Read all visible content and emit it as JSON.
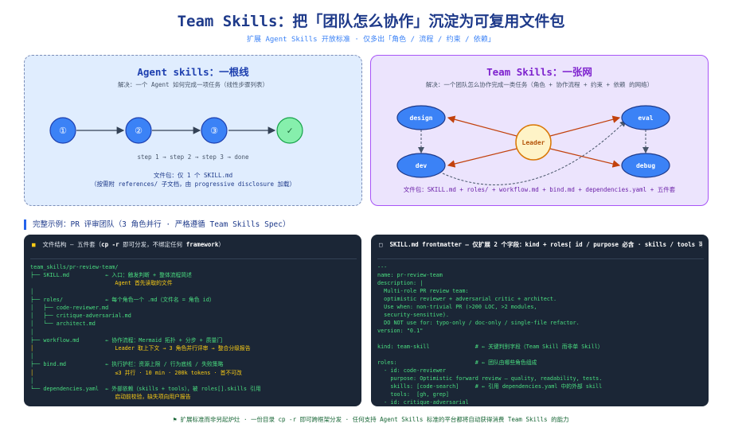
{
  "header": {
    "title": "Team Skills：把「团队怎么协作」沉淀为可复用文件包",
    "subtitle": "扩展 Agent Skills 开放标准  ·  仅多出「角色 / 流程 / 约束 / 依赖」"
  },
  "agent_panel": {
    "title": "Agent skills：一根线",
    "desc": "解决：一个 Agent 如何完成一项任务（线性步骤列表）",
    "nodes": [
      "①",
      "②",
      "③",
      "✓"
    ],
    "steps": "step 1  →  step 2  →  step 3  →  done",
    "pkg_line1": "文件包：仅 1 个 SKILL.md",
    "pkg_line2": "（按需附 references/ 子文档，由 progressive disclosure 加载）"
  },
  "team_panel": {
    "title": "Team Skills：一张网",
    "desc": "解决：一个团队怎么协作完成一类任务（角色 + 协作流程 + 约束 + 依赖 的网络）",
    "nodes": {
      "design": "design",
      "dev": "dev",
      "leader": "Leader",
      "eval": "eval",
      "debug": "debug"
    },
    "files": "文件包：SKILL.md  +  roles/  +  workflow.md  +  bind.md  +  dependencies.yaml  +  五件套"
  },
  "example": {
    "label": "完整示例：PR 评审团队（3 角色并行 · 严格遵循 Team Skills Spec）"
  },
  "tree_panel": {
    "header_prefix": "文件结构 — 五件套（",
    "header_cmd": "cp -r",
    "header_mid": " 即可分发，不绑定任何 ",
    "header_fw": "framework",
    "header_suffix": "）",
    "lines": [
      {
        "text": "team_skills/pr-review-team/",
        "cls": "g"
      },
      {
        "text": "├── SKILL.md           ← 入口：触发判断 + 整体流程简述",
        "cls": "g"
      },
      {
        "text": "                          Agent 首先读取的文件",
        "cls": "y"
      },
      {
        "text": "│",
        "cls": "g"
      },
      {
        "text": "├── roles/             ← 每个角色一个 .md（文件名 = 角色 id）",
        "cls": "g"
      },
      {
        "text": "│   ├── code-reviewer.md",
        "cls": "g"
      },
      {
        "text": "│   ├── critique-adversarial.md",
        "cls": "g"
      },
      {
        "text": "│   └── architect.md",
        "cls": "g"
      },
      {
        "text": "│",
        "cls": "g"
      },
      {
        "text": "├── workflow.md        ← 协作流程：Mermaid 拓扑 + 分步 + 质量门",
        "cls": "g"
      },
      {
        "text": "│                         Leader 取上下文 → 3 角色并行评审 → 整合分级报告",
        "cls": "y"
      },
      {
        "text": "│",
        "cls": "g"
      },
      {
        "text": "├── bind.md            ← 执行护栏：资源上限 / 行为底线 / 失败策略",
        "cls": "g"
      },
      {
        "text": "│                         ≤3 并行 · 10 min · 200k tokens · 首不可改",
        "cls": "y"
      },
      {
        "text": "│",
        "cls": "g"
      },
      {
        "text": "└── dependencies.yaml  ← 外部依赖（skills + tools），被 roles[].skills 引用",
        "cls": "g"
      },
      {
        "text": "                          启动前校验，缺失项向用户报告",
        "cls": "y"
      }
    ]
  },
  "fm_panel": {
    "header_prefix": "SKILL.md frontmatter — 仅扩展 2 个字段：",
    "header_fields": "kind  +  roles[ id / purpose 必含 · skills / tools 可选 ]",
    "lines": [
      {
        "text": "---",
        "cls": "g"
      },
      {
        "text": "name: pr-review-team",
        "cls": "g"
      },
      {
        "text": "description: |",
        "cls": "g"
      },
      {
        "text": "  Multi-role PR review team:",
        "cls": "g"
      },
      {
        "text": "  optimistic reviewer + adversarial critic + architect.",
        "cls": "g"
      },
      {
        "text": "  Use when: non-trivial PR (>200 LOC, >2 modules,",
        "cls": "g"
      },
      {
        "text": "  security-sensitive).",
        "cls": "g"
      },
      {
        "text": "  DO NOT use for: typo-only / doc-only / single-file refactor.",
        "cls": "g"
      },
      {
        "text": "version: \"0.1\"",
        "cls": "g"
      },
      {
        "text": "",
        "cls": "g"
      },
      {
        "text": "kind: team-skill              # ← 关键判别字段（Team Skill 而非单 Skill）",
        "cls": "g"
      },
      {
        "text": "",
        "cls": "g"
      },
      {
        "text": "roles:                        # ← 团队由哪些角色组成",
        "cls": "g"
      },
      {
        "text": "  - id: code-reviewer",
        "cls": "g"
      },
      {
        "text": "    purpose: Optimistic forward review — quality, readability, tests.",
        "cls": "g"
      },
      {
        "text": "    skills: [code-search]     # ← 引用 dependencies.yaml 中的外部 skill",
        "cls": "g"
      },
      {
        "text": "    tools:  [gh, grep]",
        "cls": "g"
      },
      {
        "text": "  - id: critique-adversarial",
        "cls": "g"
      }
    ]
  },
  "footer": {
    "text": "⚑  扩展标准而非另起炉灶  ·  一份目录 cp -r 即可跨框架分发  ·  任何支持 Agent Skills 标准的平台都将自动获得消费 Team Skills 的能力"
  },
  "colors": {
    "node_blue": "#3b82f6",
    "node_done": "#86efac",
    "leader_fill": "#fef3c7",
    "leader_stroke": "#d97706",
    "arrow_orange": "#c2410c",
    "arrow_dash": "#475569"
  }
}
